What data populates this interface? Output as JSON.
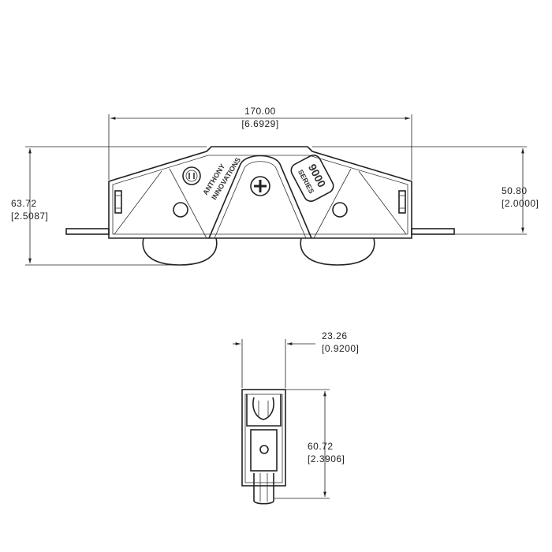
{
  "dimensions": {
    "overall_width": {
      "value": "170.00",
      "imperial": "[6.6929]"
    },
    "overall_height": {
      "value": "63.72",
      "imperial": "[2.5087]"
    },
    "body_height": {
      "value": "50.80",
      "imperial": "[2.0000]"
    },
    "side_width": {
      "value": "23.26",
      "imperial": "[0.9200]"
    },
    "side_height": {
      "value": "60.72",
      "imperial": "[2.3906]"
    }
  },
  "branding": {
    "logo_line1": "ANTHONY",
    "logo_line2": "INNOVATIONS",
    "series_number": "9000",
    "series_label": "SERIES"
  },
  "colors": {
    "line": "#222222",
    "background": "#ffffff"
  }
}
